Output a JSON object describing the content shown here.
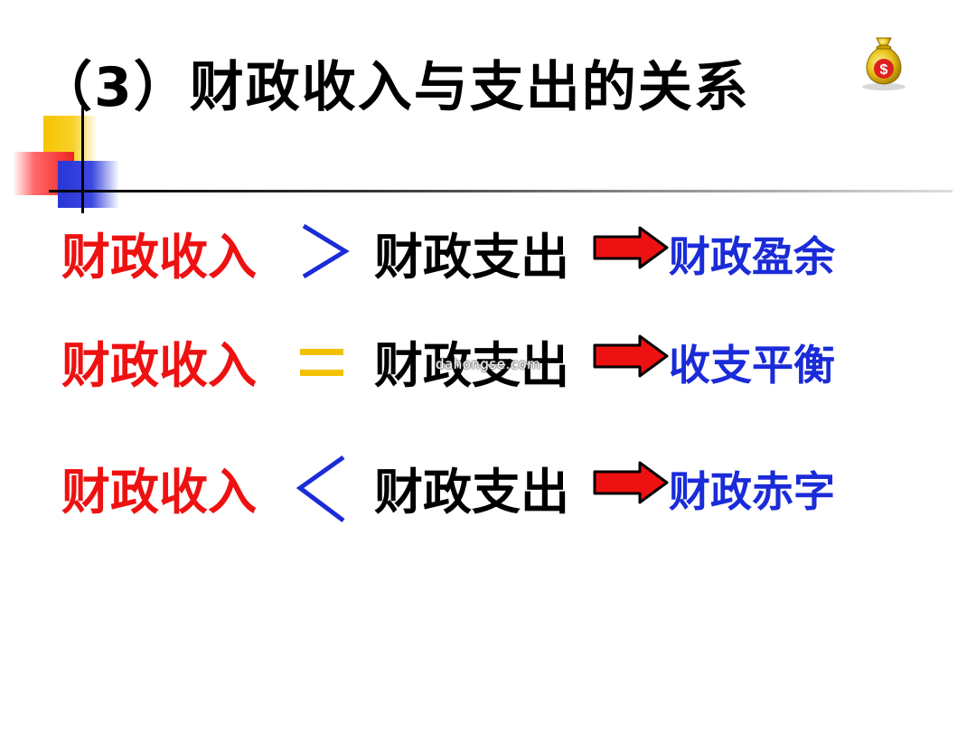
{
  "slide": {
    "title": "（3）财政收入与支出的关系",
    "icon": "money-bag-icon",
    "watermark": "dahongse.com",
    "colors": {
      "income": "#ee1111",
      "expense": "#000000",
      "result": "#1a2bd8",
      "greater": "#1a2bd8",
      "equal": "#f2c200",
      "less": "#1a2bd8",
      "arrow": "#ee1111"
    },
    "rows": [
      {
        "income": "财政收入",
        "symbol": "greater-than",
        "expense": "财政支出",
        "result": "财政盈余"
      },
      {
        "income": "财政收入",
        "symbol": "equal",
        "expense": "财政支出",
        "result": "收支平衡"
      },
      {
        "income": "财政收入",
        "symbol": "less-than",
        "expense": "财政支出",
        "result": "财政赤字"
      }
    ]
  }
}
